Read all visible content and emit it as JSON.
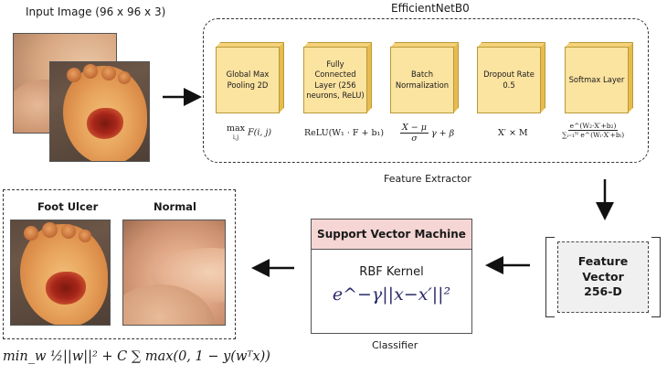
{
  "input_label": "Input Image (96 x 96 x 3)",
  "model_title": "EfficientNetB0",
  "layers": [
    {
      "label": "Global Max Pooling 2D",
      "formula_main": "max",
      "formula_sub": "i,j",
      "formula_rest": "F(i, j)"
    },
    {
      "label": "Fully Connected Layer (256 neurons, ReLU)",
      "formula": "ReLU(W₁ · F + b₁)"
    },
    {
      "label": "Batch Normalization",
      "formula_num": "X − μ",
      "formula_den": "σ",
      "formula_rest": "γ + β"
    },
    {
      "label": "Dropout Rate 0.5",
      "formula": "X′ × M"
    },
    {
      "label": "Softmax Layer",
      "formula_num": "e^(W₂·X′+b₂)",
      "formula_den": "∑ᵢ₌₁ᴺ e^(Wᵢ·X′+bᵢ)"
    }
  ],
  "feature_extractor_label": "Feature Extractor",
  "feature_vector": {
    "line1": "Feature Vector",
    "line2": "256-D"
  },
  "svm": {
    "title": "Support Vector Machine",
    "kernel_label": "RBF Kernel",
    "kernel_formula": "e^−γ||x−x′||²"
  },
  "classifier_label": "Classifier",
  "outputs": {
    "ulcer_label": "Foot Ulcer",
    "normal_label": "Normal"
  },
  "objective_formula": "min_w ½||w||² + C ∑ max(0, 1 − y(wᵀx))"
}
